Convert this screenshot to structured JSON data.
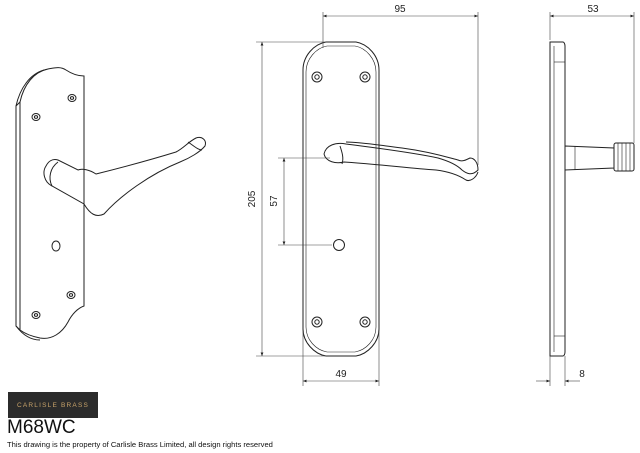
{
  "brand": {
    "logo_text": "CARLISLE BRASS",
    "logo_bg": "#2b2b2b",
    "logo_fg": "#c8a36a"
  },
  "model": "M68WC",
  "notice": "This drawing is the property of Carlisle Brass Limited, all design rights reserved",
  "dimensions": {
    "front_width": "95",
    "side_depth": "53",
    "plate_height": "205",
    "centre_distance": "57",
    "plate_width": "49",
    "plate_thickness": "8"
  }
}
